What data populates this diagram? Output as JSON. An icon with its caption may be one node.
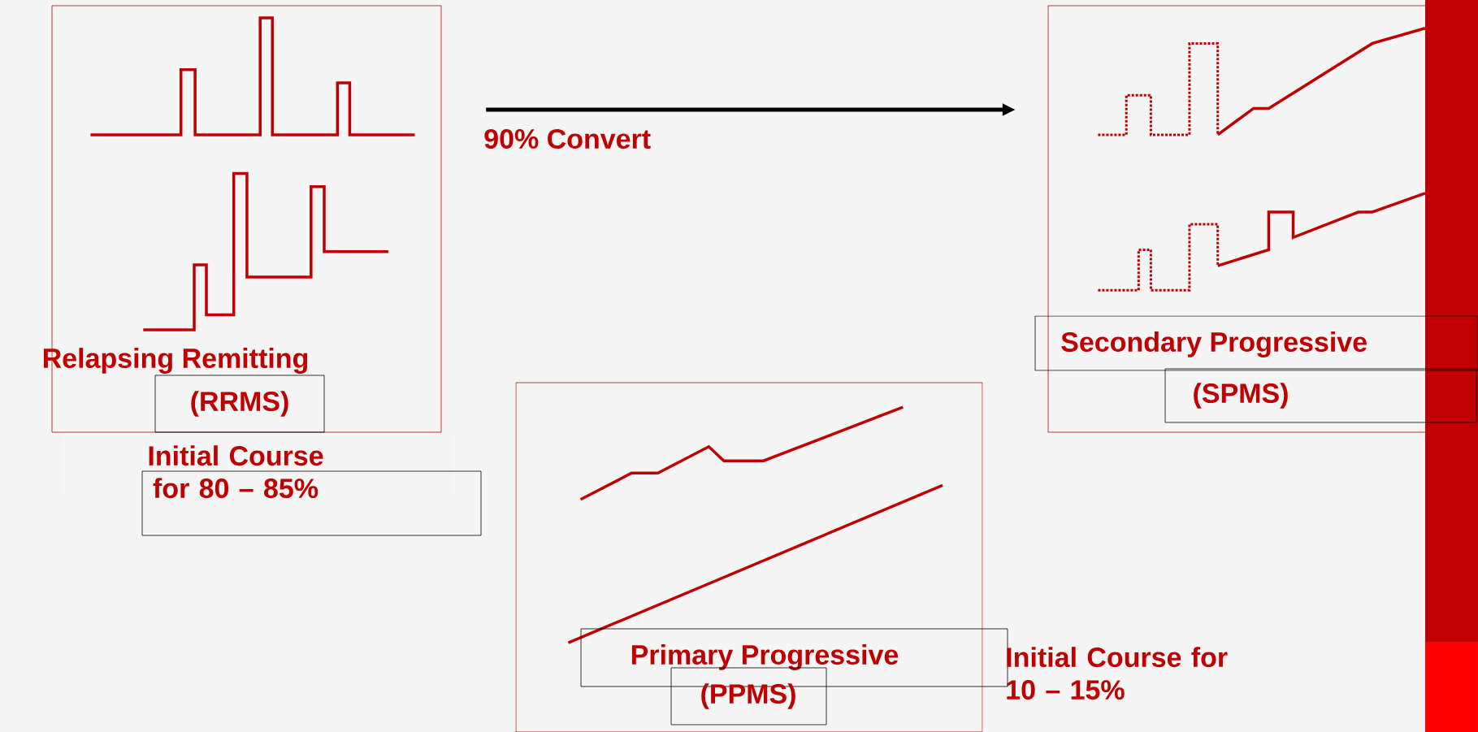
{
  "diagram": {
    "nodes": [
      {
        "text": [
          "Relapsing Remitting"
        ]
      },
      {
        "text": [
          "(RRMS)"
        ],
        "in": 0
      },
      {
        "text": [
          "Initial Course for 80 – 85%"
        ]
      },
      {
        "text": [
          "Secondary Progressive"
        ]
      },
      {
        "text": [
          "(SPMS)"
        ],
        "in": 3
      },
      {
        "text": [
          "Primary Progressive"
        ]
      },
      {
        "text": [
          "(PPMS)"
        ],
        "in": 5
      }
    ],
    "edges": [
      {
        "from": 0,
        "to": 3,
        "arrow": "to",
        "label": "90% Convert"
      }
    ],
    "labels": [
      "Initial Course for 10 – 15%"
    ]
  }
}
